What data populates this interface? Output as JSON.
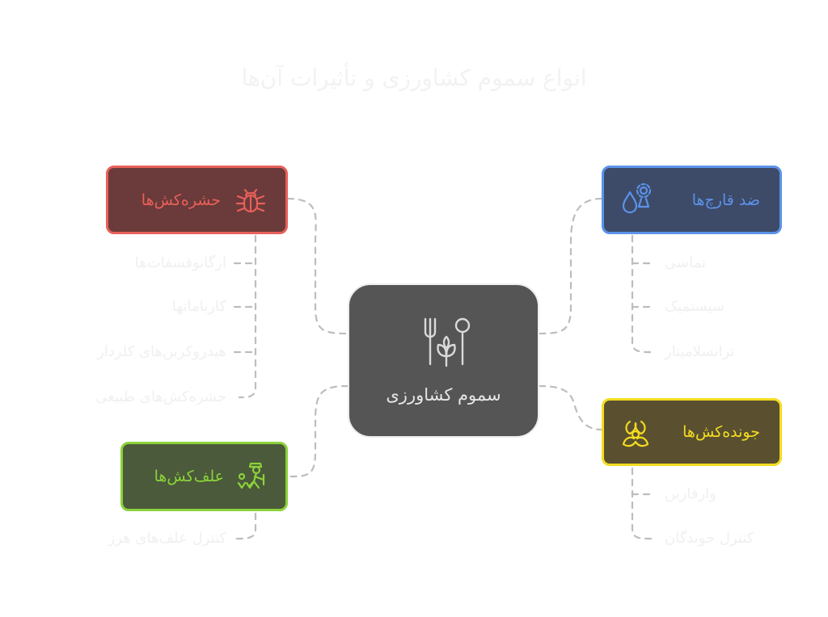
{
  "title": "انواع سموم کشاورزی و تأثیرات آن‌ها",
  "center": {
    "label": "سموم کشاورزی",
    "icon": "agriculture-icon"
  },
  "categories": [
    {
      "label": "حشره‌کش‌ها",
      "icon": "bug-icon",
      "color": "#e8605a",
      "fill": "#6b3a3a",
      "items": [
        "ارگانوفسفات‌ها",
        "کارباماتها",
        "هیدروکربن‌های کلردار",
        "حشره‌کش‌های طبیعی"
      ]
    },
    {
      "label": "علف‌کش‌ها",
      "icon": "gardener-icon",
      "color": "#8bd23a",
      "fill": "#4b5a3a",
      "items": [
        "کنترل علف‌های هرز"
      ]
    },
    {
      "label": "ضد قارچ‌ها",
      "icon": "fungus-drop-icon",
      "color": "#5b93ea",
      "fill": "#3d4a68",
      "items": [
        "تماسی",
        "سیستمیک",
        "ترانسلامینار"
      ]
    },
    {
      "label": "جونده‌کش‌ها",
      "icon": "biohazard-icon",
      "color": "#f4dc1e",
      "fill": "#5a5030",
      "items": [
        "وارفارین",
        "کنترل جوندگان"
      ]
    }
  ]
}
